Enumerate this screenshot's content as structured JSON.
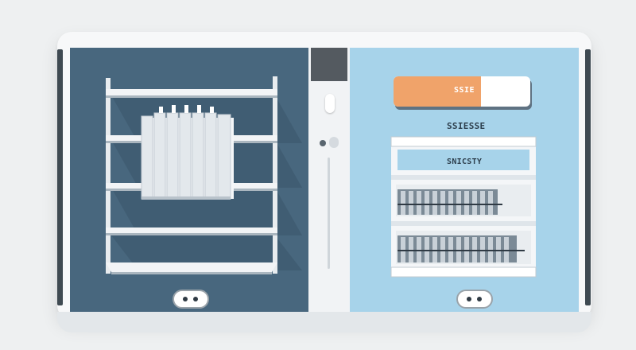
{
  "device": {
    "colors": {
      "left_panel": "#48677e",
      "right_panel": "#a7d3ea",
      "accent_orange": "#f0a36a",
      "frame": "#f7f8f9"
    }
  },
  "left_panel": {
    "icons": [
      "shelf-unit-icon",
      "radiator-icon"
    ]
  },
  "right_panel": {
    "label_text": "SSIE",
    "heading_text": "SSIESSE",
    "cabinet_title": "SNICSTY",
    "icons": [
      "cabinet-icon",
      "binders-icon"
    ]
  },
  "controls": {
    "icons": [
      "toggle-button-icon",
      "indicator-dot-icon",
      "slider-icon",
      "port-icon"
    ]
  }
}
